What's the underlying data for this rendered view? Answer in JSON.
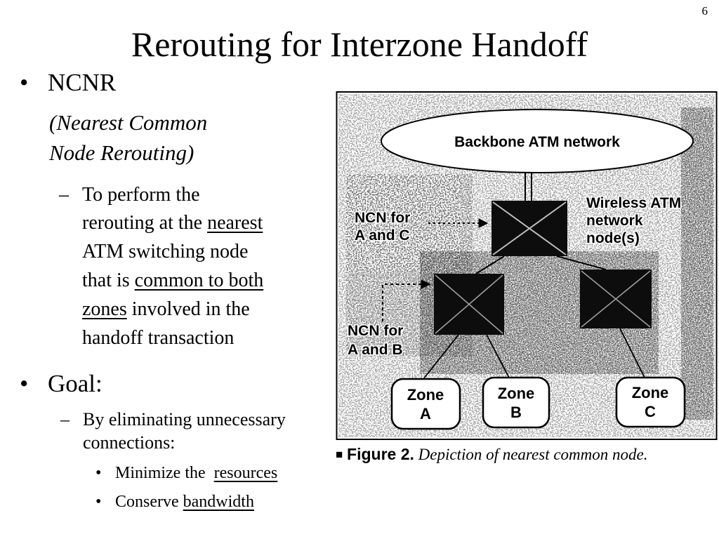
{
  "page_number": "6",
  "title": "Rerouting for Interzone Handoff",
  "markers": {
    "bullet": "•",
    "dash": "–"
  },
  "bullets": {
    "ncnr": {
      "label": "NCNR",
      "sub_line1": "(Nearest Common",
      "sub_line2": "Node Rerouting)"
    },
    "perform": {
      "line1": "To perform the",
      "line2_pre": "rerouting at the ",
      "line2_u": "nearest",
      "line3": "ATM switching node",
      "line4_pre": "that is ",
      "line4_u": "common to both",
      "line5_u": "zones",
      "line5_post": " involved in the",
      "line6": "handoff transaction"
    },
    "goal_label": "Goal:",
    "eliminating": {
      "line1": "By eliminating unnecessary",
      "line2": "connections:"
    },
    "minimize": {
      "pre": "Minimize the  ",
      "u": "resources"
    },
    "conserve": {
      "pre": "Conserve ",
      "u": "bandwidth"
    }
  },
  "figure": {
    "backbone_label": "Backbone ATM network",
    "wireless_line1": "Wireless ATM",
    "wireless_line2": "network",
    "wireless_line3": "node(s)",
    "ncn_ac_line1": "NCN for",
    "ncn_ac_line2": "A and C",
    "ncn_ab_line1": "NCN for",
    "ncn_ab_line2": "A and B",
    "zones": [
      {
        "line1": "Zone",
        "line2": "A"
      },
      {
        "line1": "Zone",
        "line2": "B"
      },
      {
        "line1": "Zone",
        "line2": "C"
      }
    ],
    "caption_marker": "■",
    "caption_bold": "Figure 2.",
    "caption_italic": "Depiction of nearest common node."
  },
  "colors": {
    "ink": "#000000",
    "node_fill": "#0d0d0d",
    "node_cross": "#bdbdbd",
    "paper": "#ffffff"
  }
}
